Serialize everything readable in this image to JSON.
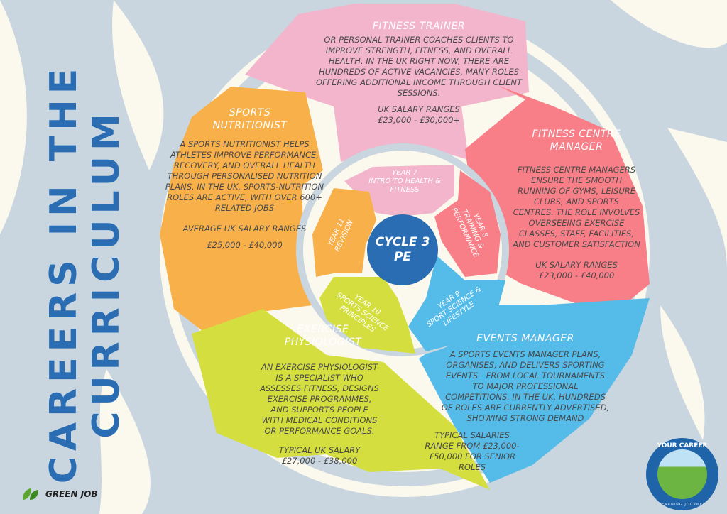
{
  "title": "CAREERS IN THE CURRICULUM",
  "center": {
    "line1": "CYCLE 3",
    "line2": "PE"
  },
  "years": [
    {
      "year": "YEAR 7",
      "topic": "INTRO TO HEALTH & FITNESS"
    },
    {
      "year": "YEAR 8",
      "topic": "TRAINING & PERFORMANCE"
    },
    {
      "year": "YEAR 9",
      "topic": "SPORT SCIENCE & LIFESTYLE"
    },
    {
      "year": "YEAR 10",
      "topic": "SPORTS SCIENCE PRINCIPLES"
    },
    {
      "year": "YEAR 11",
      "topic": "REVISION"
    }
  ],
  "careers": {
    "fitness_trainer": {
      "title": "FITNESS TRAINER",
      "body": "OR PERSONAL TRAINER COACHES CLIENTS TO IMPROVE STRENGTH, FITNESS, AND OVERALL HEALTH. IN THE UK RIGHT NOW, THERE ARE HUNDREDS OF ACTIVE VACANCIES, MANY ROLES OFFERING ADDITIONAL INCOME THROUGH CLIENT SESSIONS.",
      "salary_label": "UK SALARY RANGES",
      "salary": "£23,000 - £30,000+"
    },
    "sports_nutritionist": {
      "title": "SPORTS NUTRITIONIST",
      "body": "A SPORTS NUTRITIONIST HELPS ATHLETES IMPROVE PERFORMANCE, RECOVERY, AND OVERALL HEALTH THROUGH PERSONALISED NUTRITION PLANS. IN THE UK, SPORTS-NUTRITION ROLES ARE ACTIVE, WITH OVER 600+ RELATED JOBS",
      "salary_label": "AVERAGE UK SALARY RANGES",
      "salary": "£25,000 - £40,000"
    },
    "fitness_centre_manager": {
      "title": "FITNESS CENTRE MANAGER",
      "body": "FITNESS CENTRE MANAGERS ENSURE THE SMOOTH RUNNING OF GYMS, LEISURE CLUBS, AND SPORTS CENTRES. THE ROLE INVOLVES OVERSEEING EXERCISE CLASSES, STAFF, FACILITIES, AND CUSTOMER SATISFACTION",
      "salary_label": "UK SALARY RANGES",
      "salary": "£23,000 - £40,000"
    },
    "exercise_physiologist": {
      "title": "EXERCISE PHYSIOLOGIST",
      "body": "AN EXERCISE PHYSIOLOGIST IS A SPECIALIST WHO ASSESSES FITNESS, DESIGNS EXERCISE PROGRAMMES, AND SUPPORTS PEOPLE WITH MEDICAL CONDITIONS OR PERFORMANCE GOALS.",
      "salary_label": "TYPICAL UK SALARY",
      "salary": "£27,000 - £38,000"
    },
    "events_manager": {
      "title": "EVENTS MANAGER",
      "body": "A SPORTS EVENTS MANAGER PLANS, ORGANISES, AND DELIVERS SPORTING EVENTS—FROM LOCAL TOURNAMENTS TO MAJOR PROFESSIONAL COMPETITIONS. IN THE UK, HUNDREDS OF ROLES ARE CURRENTLY ADVERTISED, SHOWING STRONG DEMAND",
      "salary_label": "TYPICAL SALARIES RANGE FROM £23,000-£50,000 FOR SENIOR ROLES"
    }
  },
  "logo": {
    "top": "YOUR CAREER",
    "bottom": "LEARNING JOURNEY"
  },
  "green_job": "GREEN JOB",
  "colors": {
    "pink": "#f2b5cb",
    "orange": "#f7b04a",
    "coral": "#f87f88",
    "green": "#d4df3f",
    "blue": "#55bbe9",
    "navy": "#2a6db3",
    "cream": "#fbf8ee"
  }
}
